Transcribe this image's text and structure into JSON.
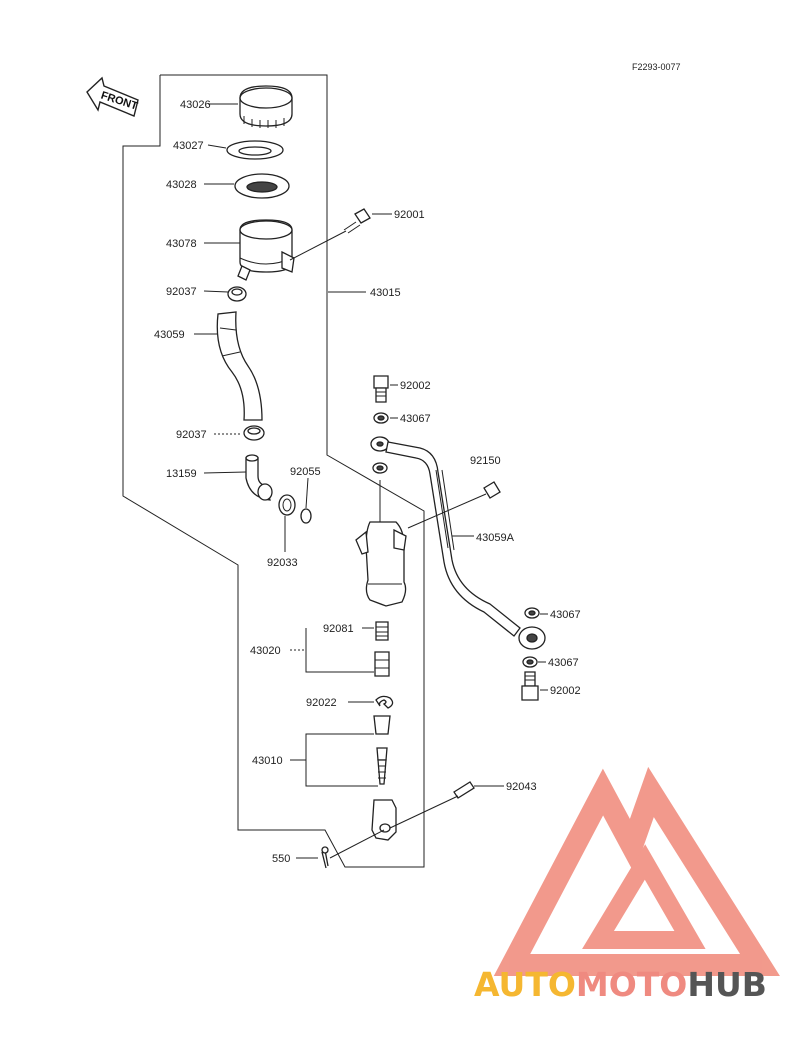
{
  "diagram_code": "F2293-0077",
  "front_label": "FRONT",
  "watermark": {
    "part1": "AUTO",
    "part2": "MOTO",
    "part3": "HUB",
    "colors": {
      "auto": "#f5b731",
      "moto": "#ef8a80",
      "hub": "#555555",
      "logo": "#f08878"
    }
  },
  "callouts": [
    {
      "id": "c43026",
      "label": "43026"
    },
    {
      "id": "c43027",
      "label": "43027"
    },
    {
      "id": "c43028",
      "label": "43028"
    },
    {
      "id": "c92001",
      "label": "92001"
    },
    {
      "id": "c43078",
      "label": "43078"
    },
    {
      "id": "c92037a",
      "label": "92037"
    },
    {
      "id": "c43015",
      "label": "43015"
    },
    {
      "id": "c43059",
      "label": "43059"
    },
    {
      "id": "c92002a",
      "label": "92002"
    },
    {
      "id": "c43067a",
      "label": "43067"
    },
    {
      "id": "c92037b",
      "label": "92037"
    },
    {
      "id": "c92150",
      "label": "92150"
    },
    {
      "id": "c13159",
      "label": "13159"
    },
    {
      "id": "c92055",
      "label": "92055"
    },
    {
      "id": "c43059a",
      "label": "43059A"
    },
    {
      "id": "c92033",
      "label": "92033"
    },
    {
      "id": "c43067b",
      "label": "43067"
    },
    {
      "id": "c92081",
      "label": "92081"
    },
    {
      "id": "c43020",
      "label": "43020"
    },
    {
      "id": "c43067c",
      "label": "43067"
    },
    {
      "id": "c92002b",
      "label": "92002"
    },
    {
      "id": "c92022",
      "label": "92022"
    },
    {
      "id": "c43010",
      "label": "43010"
    },
    {
      "id": "c92043",
      "label": "92043"
    },
    {
      "id": "c550",
      "label": "550"
    }
  ]
}
